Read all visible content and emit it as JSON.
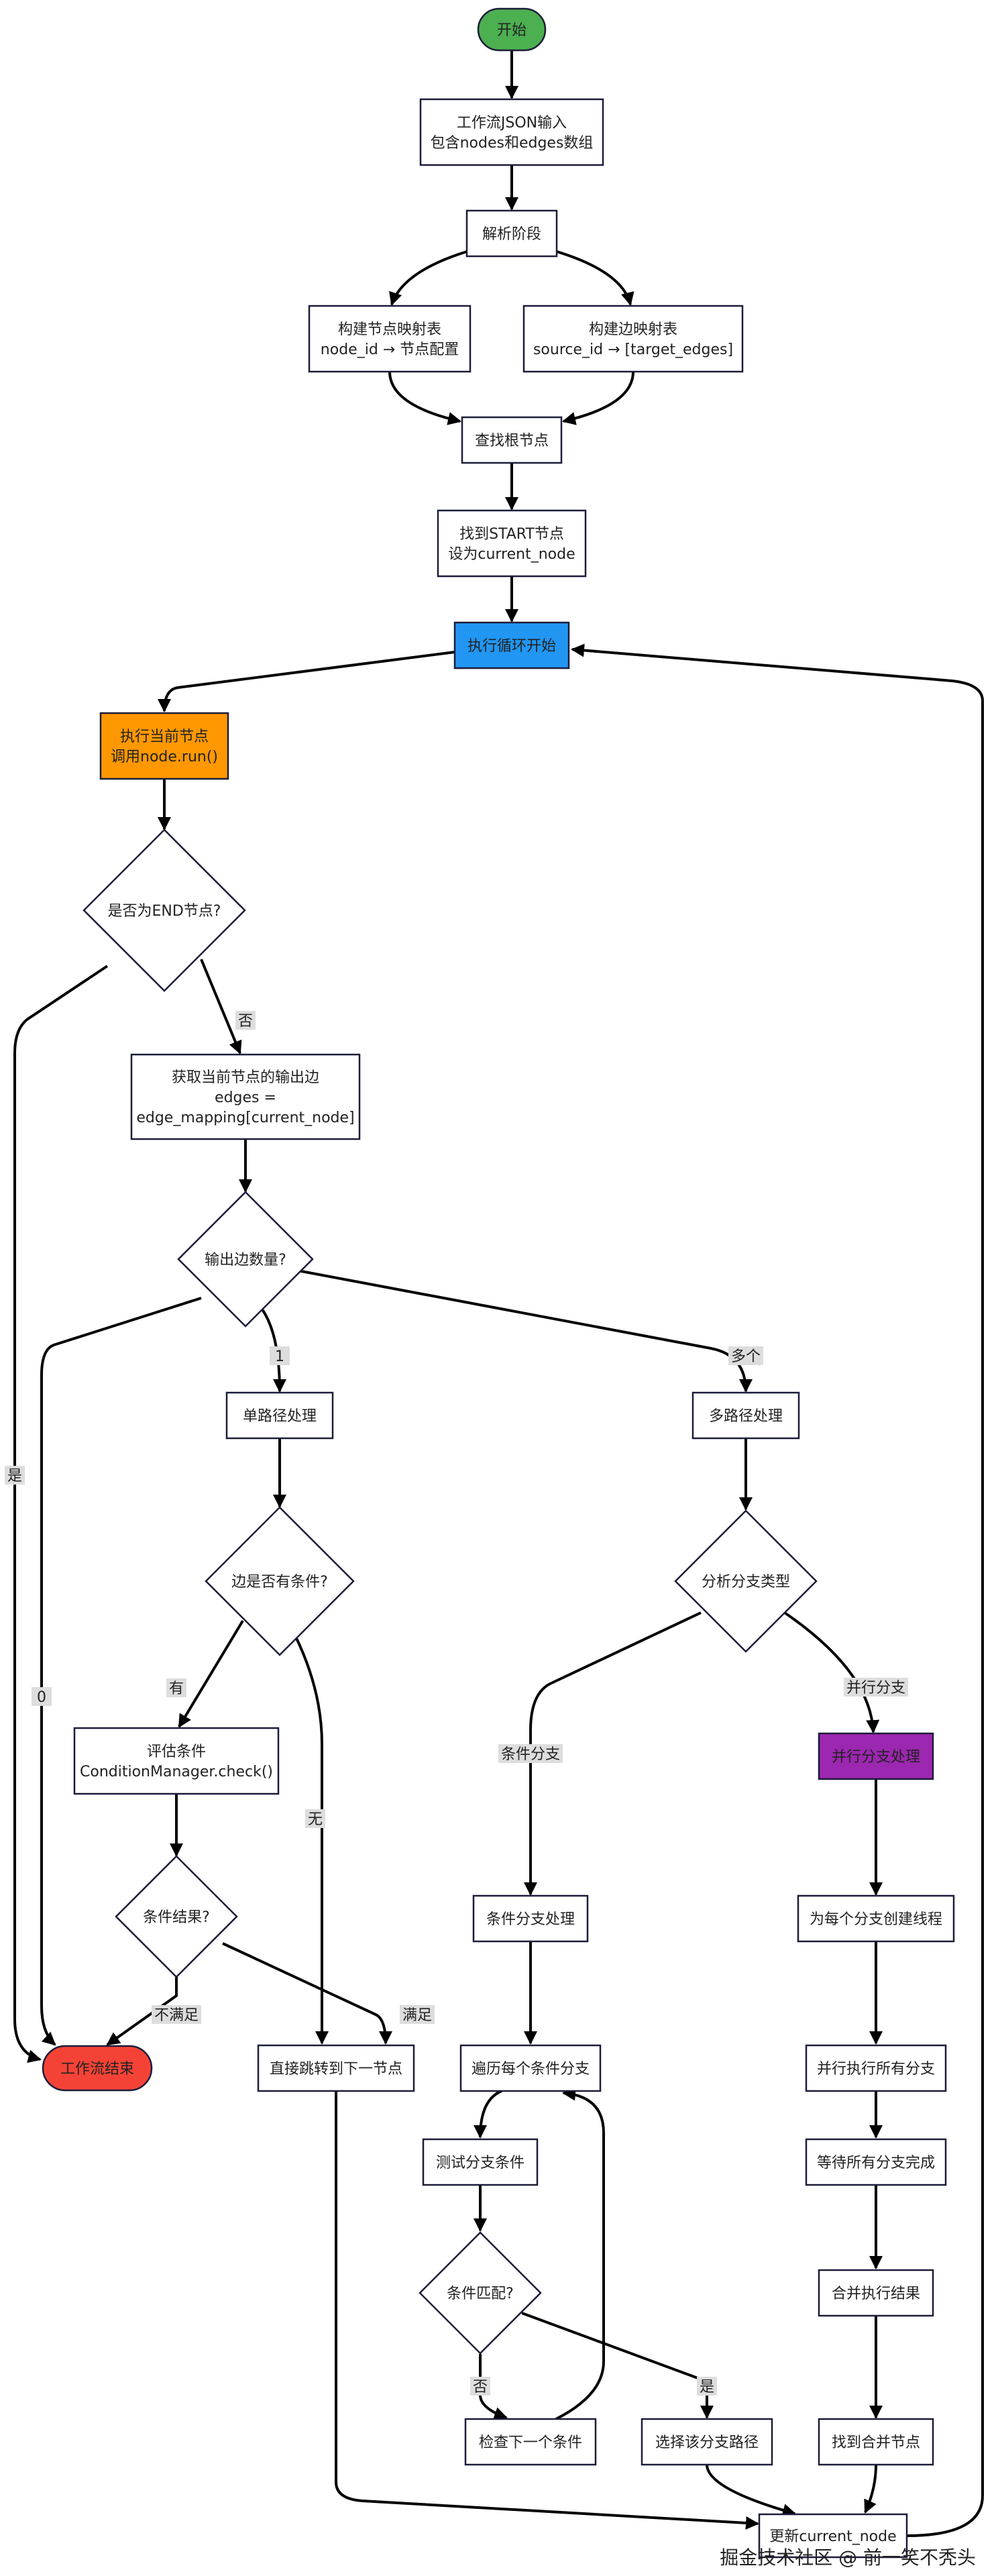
{
  "diagram": {
    "nodes": {
      "start": {
        "lines": [
          "开始"
        ],
        "fill": "#4caf50"
      },
      "input": {
        "lines": [
          "工作流JSON输入",
          "包含nodes和edges数组"
        ]
      },
      "parse": {
        "lines": [
          "解析阶段"
        ]
      },
      "nodemap": {
        "lines": [
          "构建节点映射表",
          "node_id → 节点配置"
        ]
      },
      "edgemap": {
        "lines": [
          "构建边映射表",
          "source_id → [target_edges]"
        ]
      },
      "findroot": {
        "lines": [
          "查找根节点"
        ]
      },
      "foundstart": {
        "lines": [
          "找到START节点",
          "设为current_node"
        ]
      },
      "loop": {
        "lines": [
          "执行循环开始"
        ],
        "fill": "#2196f3"
      },
      "exec": {
        "lines": [
          "执行当前节点",
          "调用node.run()"
        ],
        "fill": "#ff9800"
      },
      "isend": {
        "lines": [
          "是否为END节点?"
        ]
      },
      "getedges": {
        "lines": [
          "获取当前节点的输出边",
          "edges =",
          "edge_mapping[current_node]"
        ]
      },
      "edgecount": {
        "lines": [
          "输出边数量?"
        ]
      },
      "single": {
        "lines": [
          "单路径处理"
        ]
      },
      "multi": {
        "lines": [
          "多路径处理"
        ]
      },
      "hascond": {
        "lines": [
          "边是否有条件?"
        ]
      },
      "branchtype": {
        "lines": [
          "分析分支类型"
        ]
      },
      "evalcond": {
        "lines": [
          "评估条件",
          "ConditionManager.check()"
        ]
      },
      "parallel": {
        "lines": [
          "并行分支处理"
        ],
        "fill": "#9c27b0"
      },
      "condresult": {
        "lines": [
          "条件结果?"
        ]
      },
      "condproc": {
        "lines": [
          "条件分支处理"
        ]
      },
      "createthreads": {
        "lines": [
          "为每个分支创建线程"
        ]
      },
      "wfend": {
        "lines": [
          "工作流结束"
        ],
        "fill": "#f44336"
      },
      "jump": {
        "lines": [
          "直接跳转到下一节点"
        ]
      },
      "iterate": {
        "lines": [
          "遍历每个条件分支"
        ]
      },
      "runall": {
        "lines": [
          "并行执行所有分支"
        ]
      },
      "testcond": {
        "lines": [
          "测试分支条件"
        ]
      },
      "waitall": {
        "lines": [
          "等待所有分支完成"
        ]
      },
      "condmatch": {
        "lines": [
          "条件匹配?"
        ]
      },
      "merge": {
        "lines": [
          "合并执行结果"
        ]
      },
      "checknext": {
        "lines": [
          "检查下一个条件"
        ]
      },
      "selectpath": {
        "lines": [
          "选择该分支路径"
        ]
      },
      "findmerge": {
        "lines": [
          "找到合并节点"
        ]
      },
      "update": {
        "lines": [
          "更新current_node"
        ]
      }
    },
    "edge_labels": {
      "isend_yes": "是",
      "isend_no": "否",
      "count_zero": "0",
      "count_one": "1",
      "count_many": "多个",
      "hascond_yes": "有",
      "hascond_no": "无",
      "result_fail": "不满足",
      "result_pass": "满足",
      "type_cond": "条件分支",
      "type_parallel": "并行分支",
      "match_no": "否",
      "match_yes": "是"
    },
    "watermark": "掘金技术社区 @ 前一笑不秃头"
  }
}
